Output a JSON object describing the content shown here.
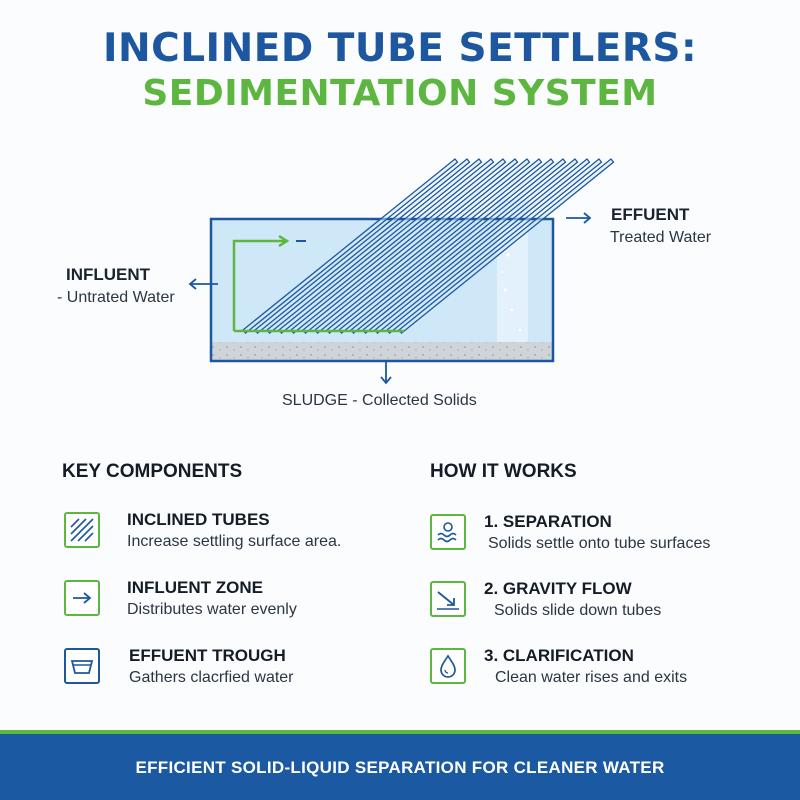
{
  "title": {
    "line1": "INCLINED TUBE SETTLERS:",
    "line2": "SEDIMENTATION SYSTEM"
  },
  "diagram": {
    "influent_label": "INFLUENT",
    "influent_sub": "- Untrated Water",
    "effluent_label": "EFFUENT",
    "effluent_sub": "Treated Water",
    "sludge_label": "SLUDGE - Collected Solids"
  },
  "key_components": {
    "heading": "KEY COMPONENTS",
    "items": [
      {
        "icon": "hatched-tubes-icon",
        "title": "INCLINED TUBES",
        "desc": "Increase settling surface area."
      },
      {
        "icon": "arrow-right-icon",
        "title": "INFLUENT ZONE",
        "desc": "Distributes water evenly"
      },
      {
        "icon": "trough-icon",
        "title": "EFFUENT TROUGH",
        "desc": "Gathers clacrfied water"
      }
    ]
  },
  "how_it_works": {
    "heading": "HOW IT WORKS",
    "items": [
      {
        "icon": "separation-icon",
        "title": "1. SEPARATION",
        "desc": "Solids settle onto tube surfaces"
      },
      {
        "icon": "slope-arrow-icon",
        "title": "2. GRAVITY FLOW",
        "desc": "Solids slide down tubes"
      },
      {
        "icon": "water-drop-icon",
        "title": "3. CLARIFICATION",
        "desc": "Clean water rises and exits"
      }
    ]
  },
  "footer": {
    "text": "EFFICIENT SOLID-LIQUID SEPARATION FOR CLEANER WATER"
  },
  "colors": {
    "primary_blue": "#1c57a0",
    "accent_green": "#5cb640",
    "water": "#cfe8f7",
    "footer_bg": "#1b5aa2"
  }
}
